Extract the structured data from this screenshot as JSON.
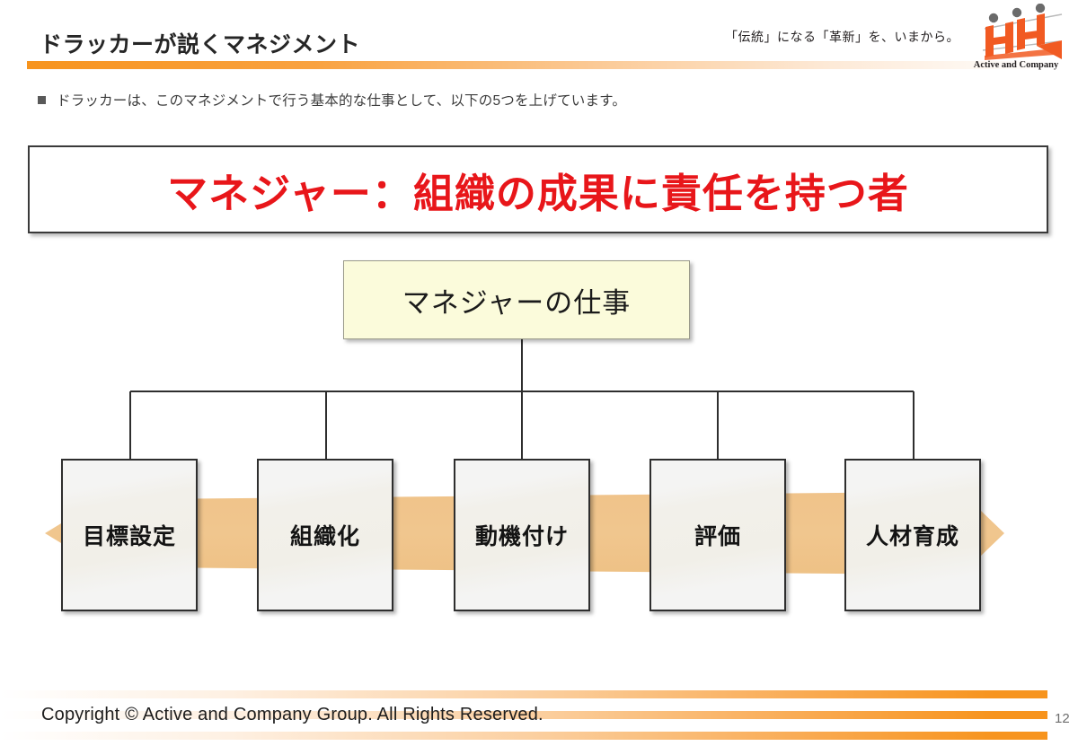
{
  "slide": {
    "title": "ドラッカーが説くマネジメント",
    "tagline": "「伝統」になる「革新」を、いまから。",
    "logo_name": "Active and Company",
    "logo_icon": "hh-monogram-logo",
    "bullet_marker_icon": "square-bullet-icon",
    "bullet_text": "ドラッカーは、このマネジメントで行う基本的な仕事として、以下の5つを上げています。",
    "headline": "マネジャー：組織の成果に責任を持つ者"
  },
  "diagram": {
    "root_label": "マネジャーの仕事",
    "leaves": [
      {
        "label": "目標設定"
      },
      {
        "label": "組織化"
      },
      {
        "label": "動機付け"
      },
      {
        "label": "評価"
      },
      {
        "label": "人材育成"
      }
    ]
  },
  "footer": {
    "copyright": "Copyright © Active and Company Group. All Rights Reserved.",
    "page_number": "12"
  },
  "colors": {
    "accent_orange": "#F7941E",
    "headline_red": "#E8161A",
    "root_fill": "#FBFBDB",
    "band_orange": "#F0C68E",
    "leaf_fill": "#F3F2F0",
    "line": "#2e2e2e"
  }
}
